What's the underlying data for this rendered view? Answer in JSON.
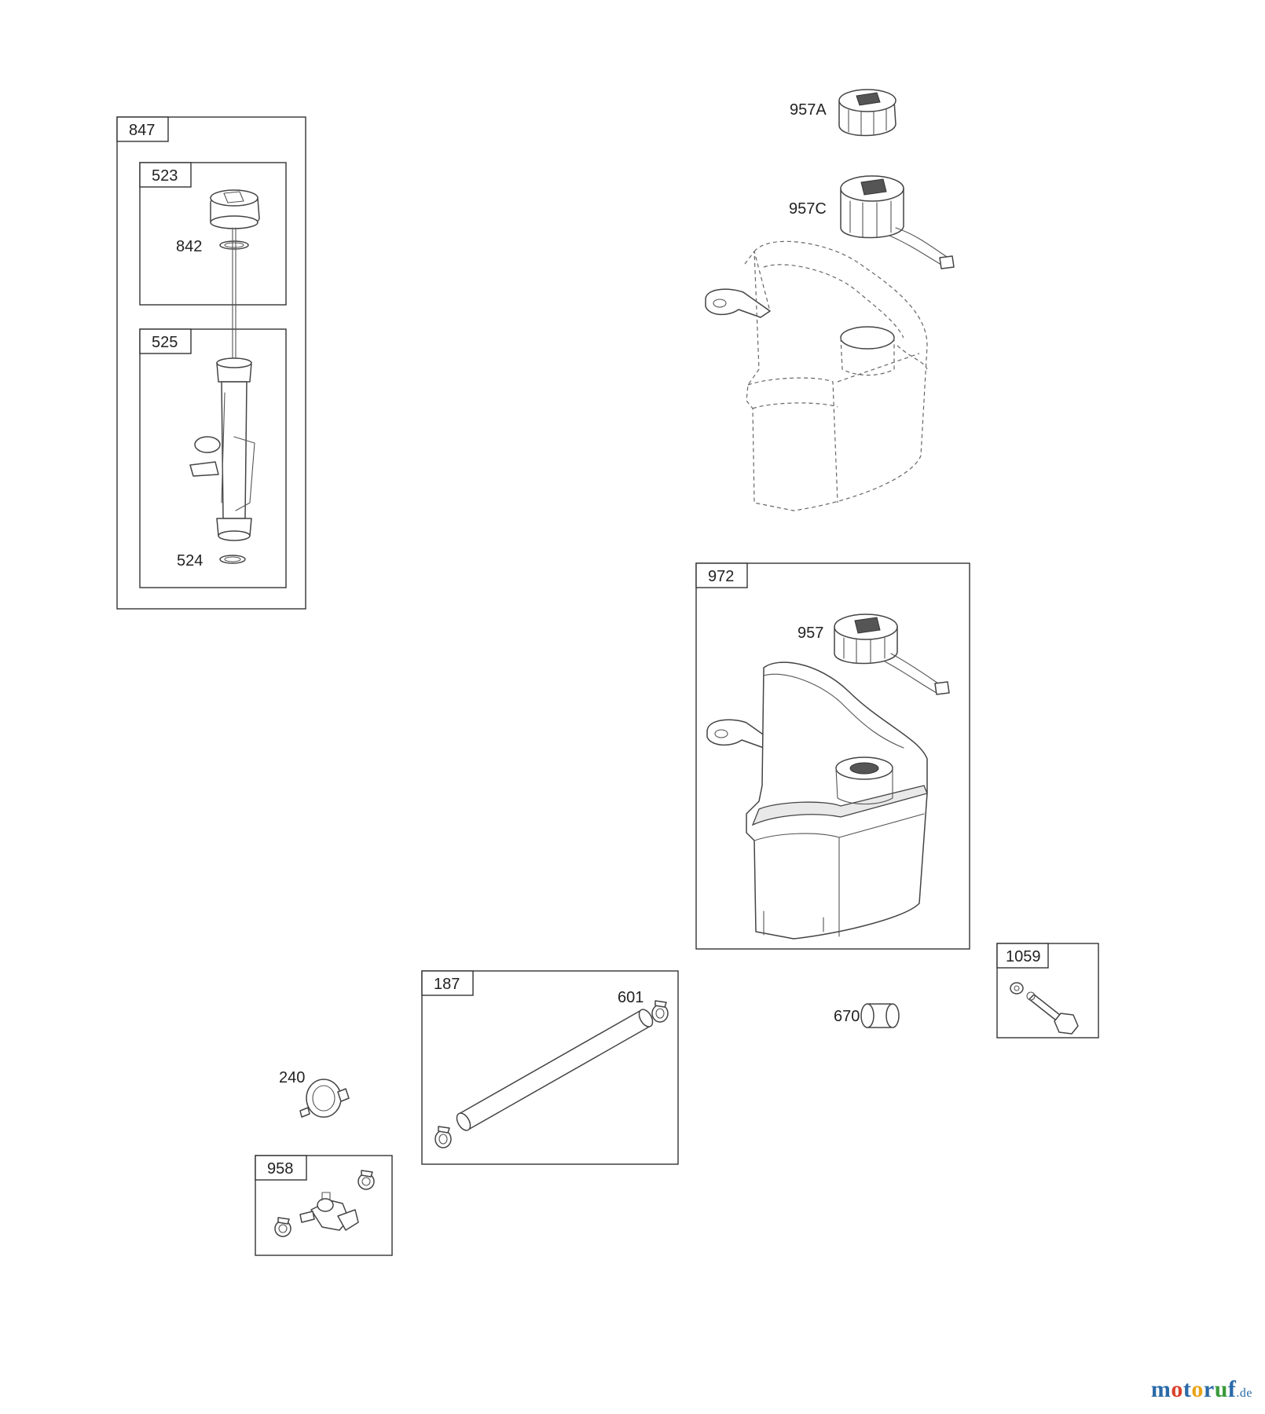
{
  "boxes": {
    "b847": "847",
    "b523": "523",
    "b525": "525",
    "b972": "972",
    "b187": "187",
    "b958": "958",
    "b1059": "1059"
  },
  "callouts": {
    "c842": "842",
    "c524": "524",
    "c957A": "957A",
    "c957C": "957C",
    "c957": "957",
    "c601": "601",
    "c670": "670",
    "c240": "240"
  },
  "watermark": {
    "parts": [
      {
        "text": "m",
        "color": "#2a6aa8"
      },
      {
        "text": "o",
        "color": "#d9412b"
      },
      {
        "text": "t",
        "color": "#2a6aa8"
      },
      {
        "text": "o",
        "color": "#e8a317"
      },
      {
        "text": "r",
        "color": "#2a6aa8"
      },
      {
        "text": "u",
        "color": "#3a9a3a"
      },
      {
        "text": "f",
        "color": "#2a6aa8"
      }
    ],
    "tld": ".de"
  },
  "icons": [
    "dipstick-cap-icon",
    "dipstick-tube-icon",
    "fuel-cap-icon",
    "fuel-tank-icon",
    "fuel-line-icon",
    "fuel-filter-icon",
    "fuel-valve-icon",
    "bushing-icon",
    "bolt-icon"
  ]
}
